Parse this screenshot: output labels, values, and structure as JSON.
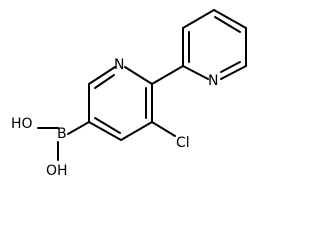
{
  "molecule": {
    "atoms": {
      "n_left_ring": "N",
      "n_right_ring": "N",
      "chlorine": "Cl",
      "boron": "B",
      "hydroxyl_top": "HO",
      "hydroxyl_bottom": "OH"
    }
  }
}
